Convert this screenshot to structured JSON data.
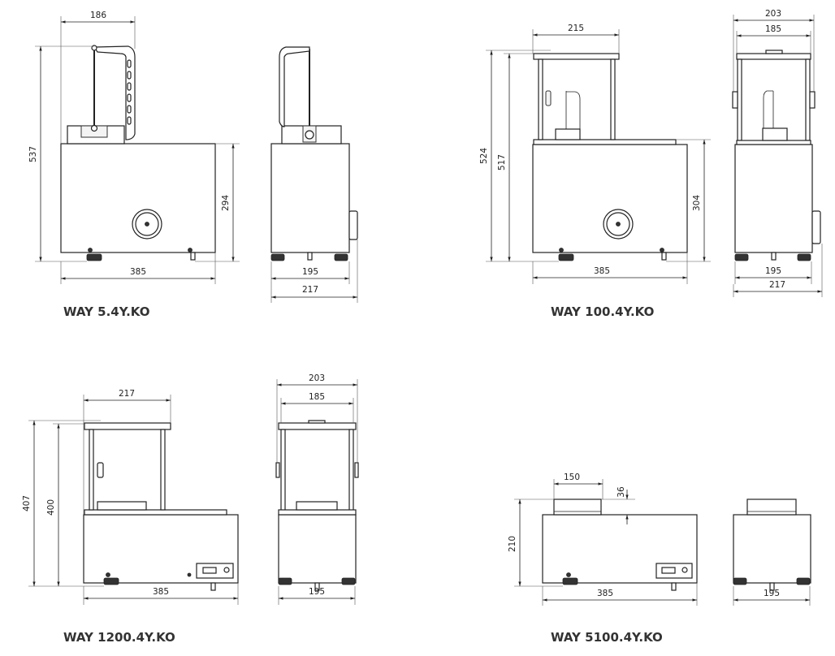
{
  "panels": [
    {
      "title": "WAY 5.4Y.KO",
      "dims": {
        "arm_width": "186",
        "total_height": "537",
        "body_height": "294",
        "front_width": "385",
        "side_base": "195",
        "side_total": "217"
      }
    },
    {
      "title": "WAY 100.4Y.KO",
      "dims": {
        "top_width": "215",
        "total_height": "524",
        "height_517": "517",
        "body_height": "304",
        "front_width": "385",
        "side_top_outer": "203",
        "side_top_inner": "185",
        "side_base": "195",
        "side_total": "217"
      }
    },
    {
      "title": "WAY 1200.4Y.KO",
      "dims": {
        "top_width": "217",
        "total_height": "407",
        "height_400": "400",
        "front_width": "385",
        "side_top_outer": "203",
        "side_top_inner": "185",
        "side_base": "195"
      }
    },
    {
      "title": "WAY 5100.4Y.KO",
      "dims": {
        "pan_width": "150",
        "pan_height": "36",
        "total_height": "210",
        "front_width": "385",
        "side_base": "195"
      }
    }
  ]
}
